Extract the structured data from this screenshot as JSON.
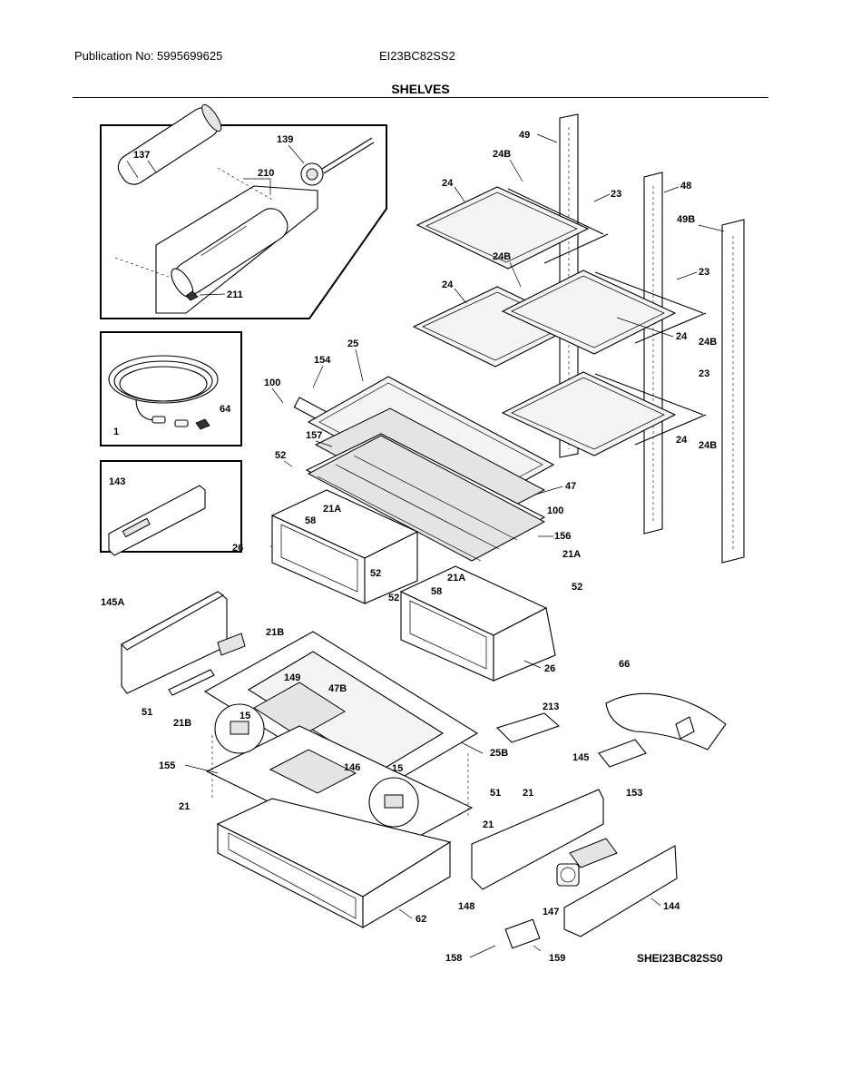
{
  "header": {
    "publication": "Publication No: 5995699625",
    "model": "EI23BC82SS2",
    "title": "SHELVES"
  },
  "diagram_code": "SHEI23BC82SS0",
  "callouts": [
    "137",
    "139",
    "210",
    "211",
    "1",
    "64",
    "143",
    "49",
    "24B",
    "24",
    "23",
    "48",
    "49B",
    "24B",
    "24",
    "23",
    "24",
    "24B",
    "25",
    "154",
    "100",
    "157",
    "52",
    "47",
    "100",
    "156",
    "21A",
    "58",
    "26",
    "52",
    "21A",
    "52",
    "21A",
    "58",
    "52",
    "145A",
    "21B",
    "51",
    "21B",
    "149",
    "47B",
    "26",
    "66",
    "213",
    "15",
    "155",
    "146",
    "15",
    "25B",
    "21",
    "145",
    "51",
    "21",
    "153",
    "21",
    "148",
    "147",
    "144",
    "62",
    "158",
    "159",
    "23",
    "24",
    "24B"
  ]
}
